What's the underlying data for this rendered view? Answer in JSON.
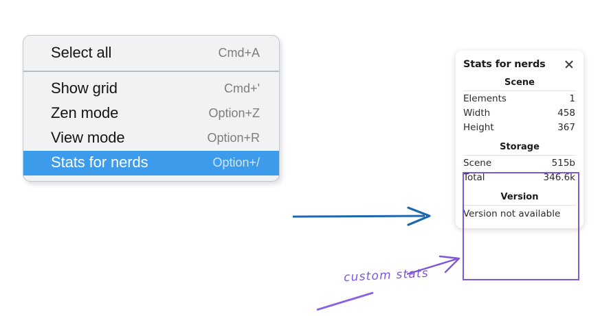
{
  "context_menu": {
    "groups": [
      {
        "items": [
          {
            "label": "Select all",
            "shortcut": "Cmd+A",
            "selected": false
          }
        ]
      },
      {
        "items": [
          {
            "label": "Show grid",
            "shortcut": "Cmd+'",
            "selected": false
          },
          {
            "label": "Zen mode",
            "shortcut": "Option+Z",
            "selected": false
          },
          {
            "label": "View mode",
            "shortcut": "Option+R",
            "selected": false
          },
          {
            "label": "Stats for nerds",
            "shortcut": "Option+/",
            "selected": true
          }
        ]
      }
    ],
    "selected_bg": "#3d9bec"
  },
  "stats_panel": {
    "title": "Stats for nerds",
    "close_icon": "close-icon",
    "sections": [
      {
        "heading": "Scene",
        "rows": [
          {
            "label": "Elements",
            "value": "1"
          },
          {
            "label": "Width",
            "value": "458"
          },
          {
            "label": "Height",
            "value": "367"
          }
        ]
      },
      {
        "heading": "Storage",
        "rows": [
          {
            "label": "Scene",
            "value": "515b"
          },
          {
            "label": "Total",
            "value": "346.6k"
          }
        ]
      },
      {
        "heading": "Version",
        "single": "Version not available"
      }
    ]
  },
  "annotations": {
    "custom_stats_label": "custom stats",
    "purple_color": "#7e56d8",
    "blue_arrow_color": "#1e66ae"
  }
}
